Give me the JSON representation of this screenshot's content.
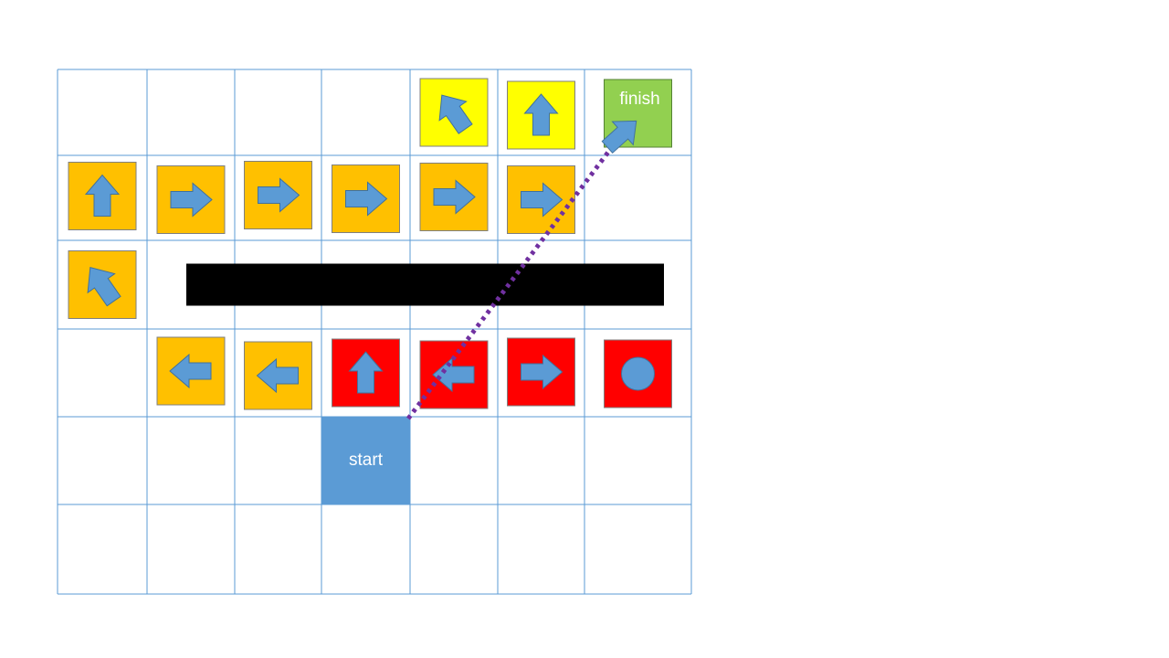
{
  "colors": {
    "grid_line": "#5b9bd5",
    "orange": "#ffc000",
    "yellow": "#ffff00",
    "red": "#ff0000",
    "green": "#92d050",
    "blue": "#5b9bd5",
    "wall": "#000000",
    "path": "#7030a0"
  },
  "grid": {
    "rows": 6,
    "cols": 7
  },
  "start": {
    "row": 4,
    "col": 3,
    "label": "start"
  },
  "finish": {
    "row": 0,
    "col": 6,
    "label": "finish",
    "icon": "arrow-up-right-icon"
  },
  "wall": {
    "row": 2,
    "from_col": 1,
    "to_col": 6
  },
  "tiles": [
    {
      "row": 0,
      "col": 4,
      "color": "yellow",
      "icon": "arrow-up-left-icon"
    },
    {
      "row": 0,
      "col": 5,
      "color": "yellow",
      "icon": "arrow-up-icon"
    },
    {
      "row": 1,
      "col": 0,
      "color": "orange",
      "icon": "arrow-up-icon"
    },
    {
      "row": 1,
      "col": 1,
      "color": "orange",
      "icon": "arrow-right-icon"
    },
    {
      "row": 1,
      "col": 2,
      "color": "orange",
      "icon": "arrow-right-icon"
    },
    {
      "row": 1,
      "col": 3,
      "color": "orange",
      "icon": "arrow-right-icon"
    },
    {
      "row": 1,
      "col": 4,
      "color": "orange",
      "icon": "arrow-right-icon"
    },
    {
      "row": 1,
      "col": 5,
      "color": "orange",
      "icon": "arrow-right-icon"
    },
    {
      "row": 2,
      "col": 0,
      "color": "orange",
      "icon": "arrow-up-left-icon"
    },
    {
      "row": 3,
      "col": 1,
      "color": "orange",
      "icon": "arrow-left-icon"
    },
    {
      "row": 3,
      "col": 2,
      "color": "orange",
      "icon": "arrow-left-icon"
    },
    {
      "row": 3,
      "col": 3,
      "color": "red",
      "icon": "arrow-up-icon"
    },
    {
      "row": 3,
      "col": 4,
      "color": "red",
      "icon": "arrow-left-icon"
    },
    {
      "row": 3,
      "col": 5,
      "color": "red",
      "icon": "arrow-right-icon"
    },
    {
      "row": 3,
      "col": 6,
      "color": "red",
      "icon": "circle-icon"
    }
  ],
  "path": {
    "from": "start",
    "to": "finish",
    "style": "dotted"
  }
}
